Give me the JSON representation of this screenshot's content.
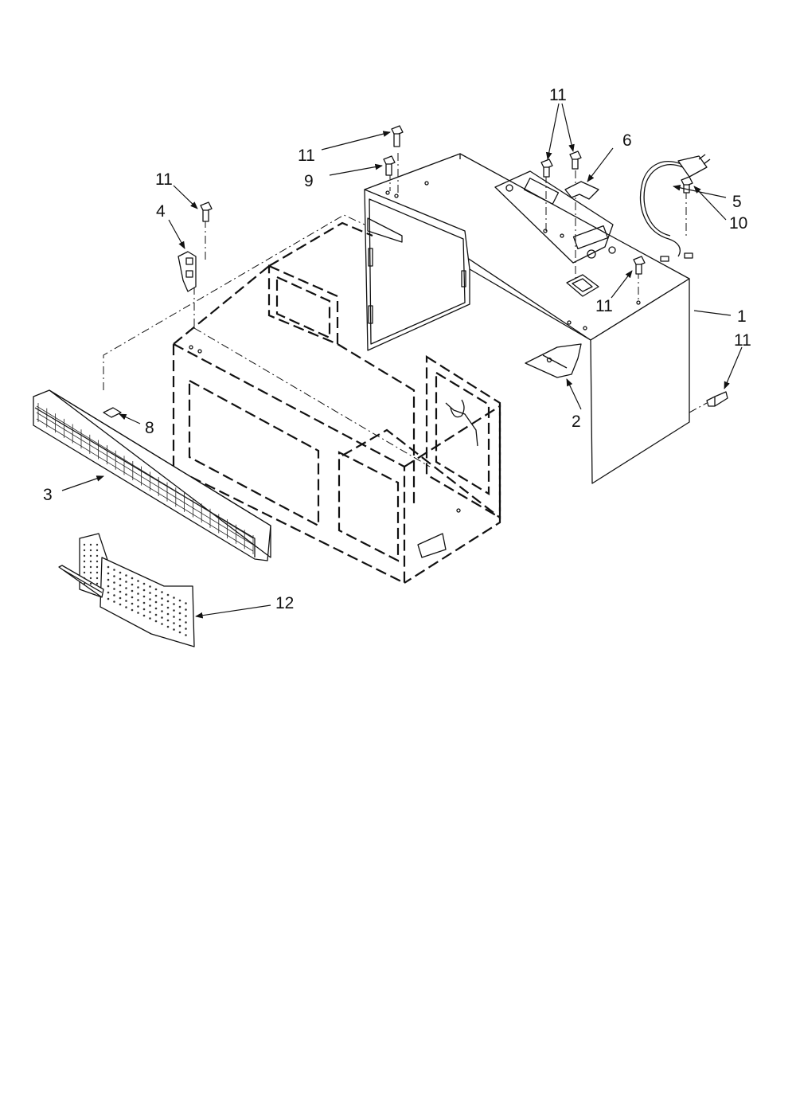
{
  "diagram": {
    "callouts": [
      {
        "id": "c-11-top-left",
        "label": "11"
      },
      {
        "id": "c-4",
        "label": "4"
      },
      {
        "id": "c-11-center-top",
        "label": "11"
      },
      {
        "id": "c-9",
        "label": "9"
      },
      {
        "id": "c-11-top-right",
        "label": "11"
      },
      {
        "id": "c-6",
        "label": "6"
      },
      {
        "id": "c-5",
        "label": "5"
      },
      {
        "id": "c-10",
        "label": "10"
      },
      {
        "id": "c-11-mid-right",
        "label": "11"
      },
      {
        "id": "c-1",
        "label": "1"
      },
      {
        "id": "c-11-right-side",
        "label": "11"
      },
      {
        "id": "c-2",
        "label": "2"
      },
      {
        "id": "c-8",
        "label": "8"
      },
      {
        "id": "c-3",
        "label": "3"
      },
      {
        "id": "c-12",
        "label": "12"
      }
    ]
  },
  "colors": {
    "line": "#111111",
    "background": "#ffffff"
  }
}
